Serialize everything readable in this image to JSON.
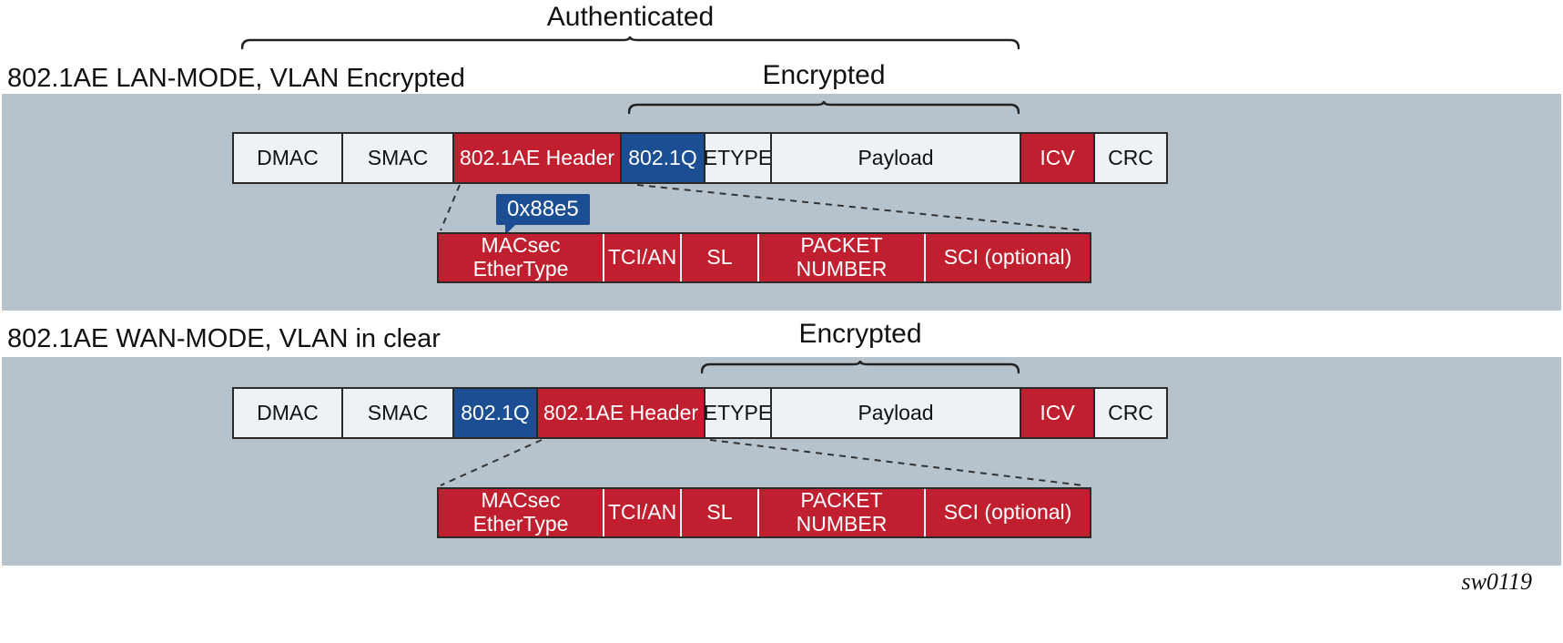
{
  "figure": {
    "authenticated_label": "Authenticated",
    "watermark": "sw0119"
  },
  "colors": {
    "red": "#c01f2f",
    "blue": "#1c4e94",
    "panel": "#b6c2cc",
    "field": "#edf2f7",
    "border": "#2a2a2a"
  },
  "lan": {
    "title": "802.1AE LAN-MODE, VLAN Encrypted",
    "encrypted_label": "Encrypted",
    "ethertype_tag": "0x88e5",
    "frame": [
      "DMAC",
      "SMAC",
      "802.1AE Header",
      "802.1Q",
      "ETYPE",
      "Payload",
      "ICV",
      "CRC"
    ],
    "macsec_header": [
      "MACsec EtherType",
      "TCI/AN",
      "SL",
      "PACKET NUMBER",
      "SCI (optional)"
    ]
  },
  "wan": {
    "title": "802.1AE WAN-MODE, VLAN in clear",
    "encrypted_label": "Encrypted",
    "frame": [
      "DMAC",
      "SMAC",
      "802.1Q",
      "802.1AE Header",
      "ETYPE",
      "Payload",
      "ICV",
      "CRC"
    ],
    "macsec_header": [
      "MACsec EtherType",
      "TCI/AN",
      "SL",
      "PACKET NUMBER",
      "SCI (optional)"
    ]
  }
}
